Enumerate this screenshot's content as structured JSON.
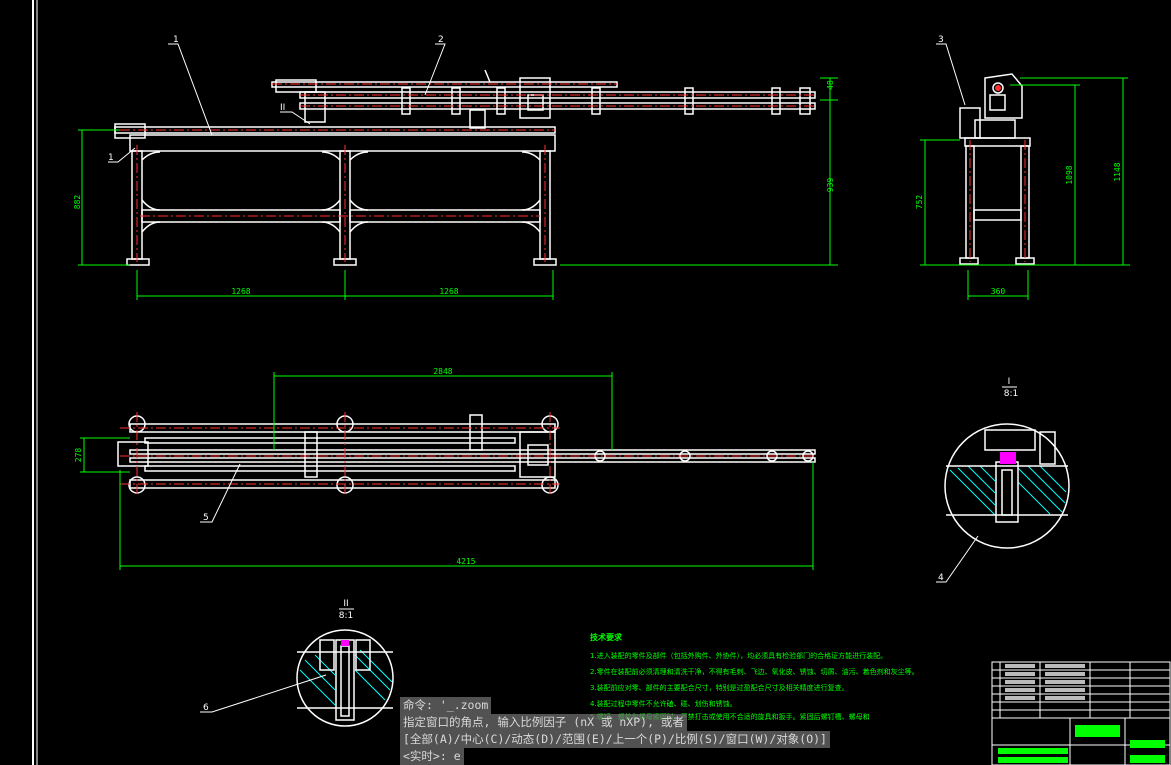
{
  "dimensions": {
    "height_left": "882",
    "rail_height_small": "48",
    "total_height": "939",
    "span_1": "1268",
    "span_2": "1268",
    "side_h1": "752",
    "side_h2": "1098",
    "side_h3": "1148",
    "side_width": "360",
    "top_travel": "2848",
    "top_width": "278",
    "top_length": "4215"
  },
  "balloons": {
    "b1": "1",
    "b2": "2",
    "b3": "3",
    "b4": "4",
    "b5": "5",
    "b6": "6",
    "b1b": "1",
    "view_II": "II"
  },
  "detail_views": {
    "detail_I_title": "I",
    "detail_I_scale": "8:1",
    "detail_II_title": "II",
    "detail_II_scale": "8:1"
  },
  "tech_notes": {
    "title": "技术要求",
    "lines": [
      "1.进入装配的零件及部件（包括外购件、外协件），均必须具有检验部门的合格证方能进行装配。",
      "2.零件在装配前必须清理和清洗干净，不得有毛刺、飞边、氧化皮、锈蚀、切屑、油污、着色剂和灰尘等。",
      "3.装配前应对零、部件的主要配合尺寸，特别是过盈配合尺寸及相关精度进行复查。",
      "4.装配过程中零件不允许磕、碰、划伤和锈蚀。",
      "5.螺钉、螺栓和螺母紧固时，严禁打击或使用不合适的旋具和扳手。紧固后螺钉槽、螺母和"
    ]
  },
  "command_line": {
    "line1": "命令: '_.zoom",
    "line2": "指定窗口的角点, 输入比例因子 (nX 或 nXP), 或者",
    "line3": "[全部(A)/中心(C)/动态(D)/范围(E)/上一个(P)/比例(S)/窗口(W)/对象(O)]",
    "line4": "<实时>:  e"
  },
  "colors": {
    "background": "#000000",
    "geometry": "#ffffff",
    "dimension": "#00ff00",
    "centerline": "#ff0000",
    "hatch": "#00ffff",
    "marker": "#ff00ff"
  }
}
